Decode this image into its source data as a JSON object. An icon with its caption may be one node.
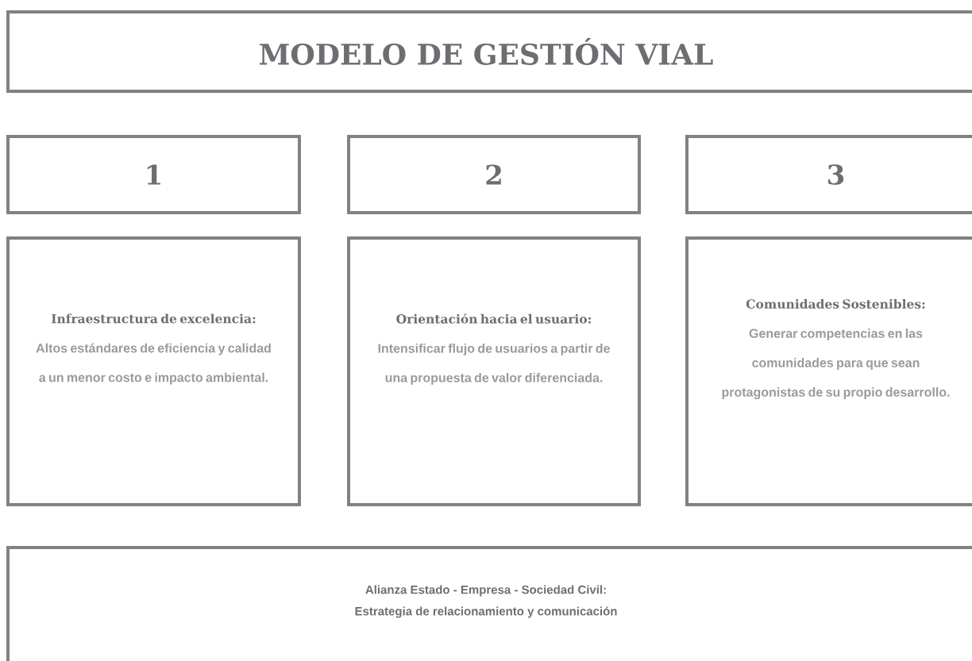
{
  "diagram": {
    "nodes": [
      {
        "text": [
          "MODELO DE GESTIÓN VIAL"
        ]
      },
      {
        "text": [
          "1"
        ]
      },
      {
        "text": [
          "2"
        ]
      },
      {
        "text": [
          "3"
        ]
      },
      {
        "text": [
          "Infraestructura de excelencia:",
          "Altos estándares de eficiencia y calidad a un menor costo e impacto ambiental."
        ]
      },
      {
        "text": [
          "Orientación hacia el usuario:",
          "Intensificar flujo de usuarios a partir de una propuesta de valor diferenciada."
        ]
      },
      {
        "text": [
          "Comunidades Sostenibles:",
          "Generar competencias en las comunidades para que sean protagonistas de su propio desarrollo."
        ]
      },
      {
        "text": [
          "Alianza Estado - Empresa - Sociedad Civil:",
          "Estrategia de relacionamiento y comunicación"
        ]
      }
    ]
  }
}
